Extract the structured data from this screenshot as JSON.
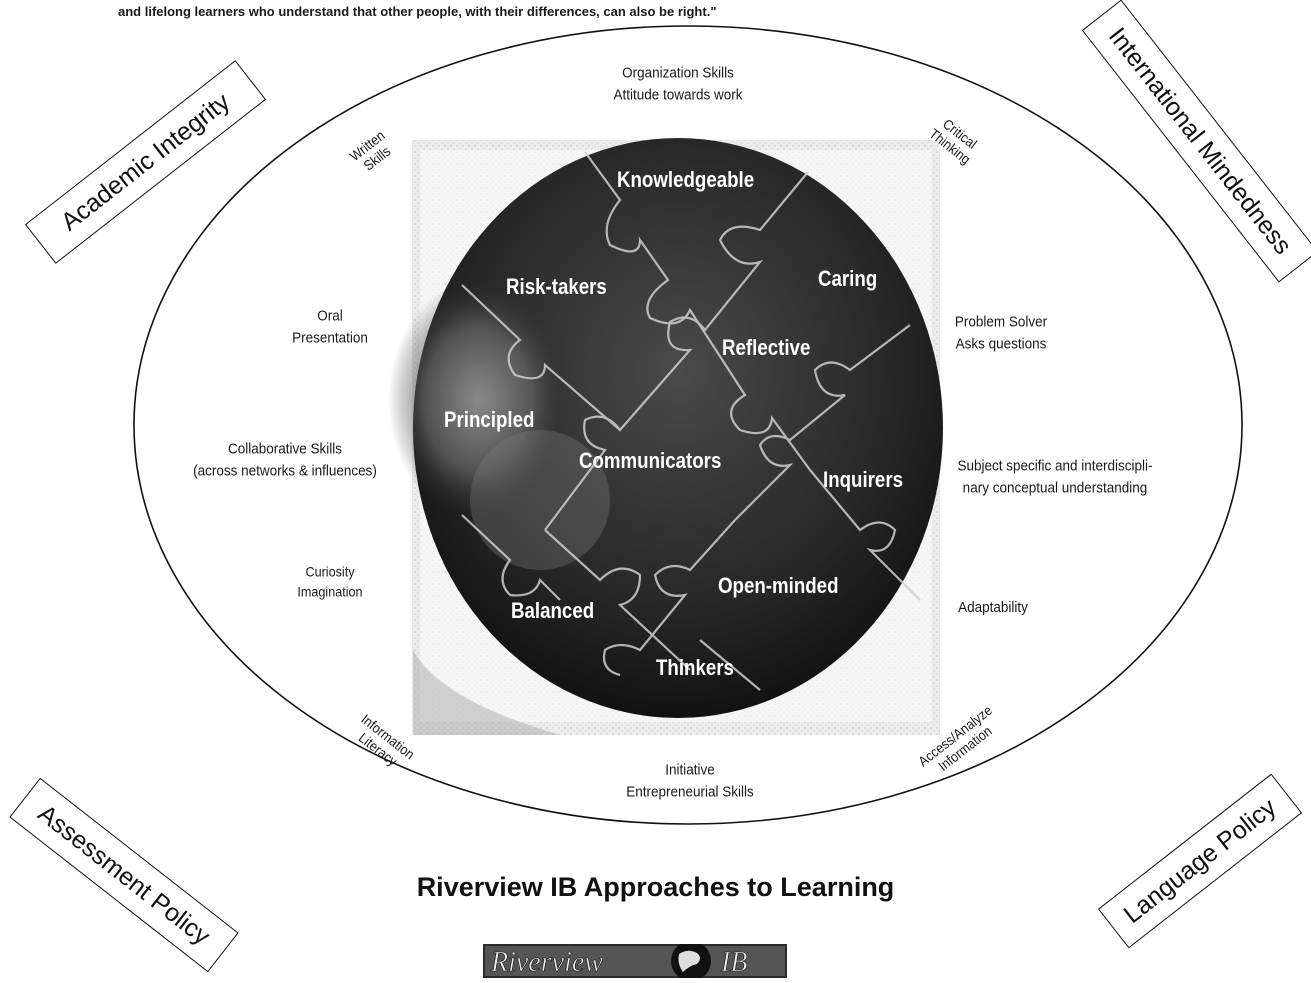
{
  "quote": "and lifelong learners who understand that other people, with their differences, can also be right.\"",
  "policies": {
    "top_left": "Academic Integrity",
    "top_right": "International Mindedness",
    "bottom_left": "Assessment Policy",
    "bottom_right": "Language Policy"
  },
  "skills": {
    "top": [
      "Organization Skills",
      "Attitude towards work"
    ],
    "written": [
      "Written",
      "Skills"
    ],
    "critical": [
      "Critical",
      "Thinking"
    ],
    "oral": [
      "Oral",
      "Presentation"
    ],
    "problem": [
      "Problem Solver",
      "Asks questions"
    ],
    "collab": [
      "Collaborative Skills",
      "(across networks & influences)"
    ],
    "subject": [
      "Subject specific and interdiscipli-",
      "nary conceptual understanding"
    ],
    "curiosity": [
      "Curiosity",
      "Imagination"
    ],
    "adaptability": [
      "Adaptability"
    ],
    "info_literacy": [
      "Information",
      "Literacy"
    ],
    "access": [
      "Access/Analyze",
      "Information"
    ],
    "initiative": [
      "Initiative",
      "Entrepreneurial Skills"
    ]
  },
  "learner_profile": [
    "Knowledgeable",
    "Risk-takers",
    "Caring",
    "Reflective",
    "Principled",
    "Communicators",
    "Inquirers",
    "Open-minded",
    "Balanced",
    "Thinkers"
  ],
  "title": "Riverview IB Approaches to Learning",
  "logo": {
    "left": "Riverview",
    "right": "IB"
  }
}
